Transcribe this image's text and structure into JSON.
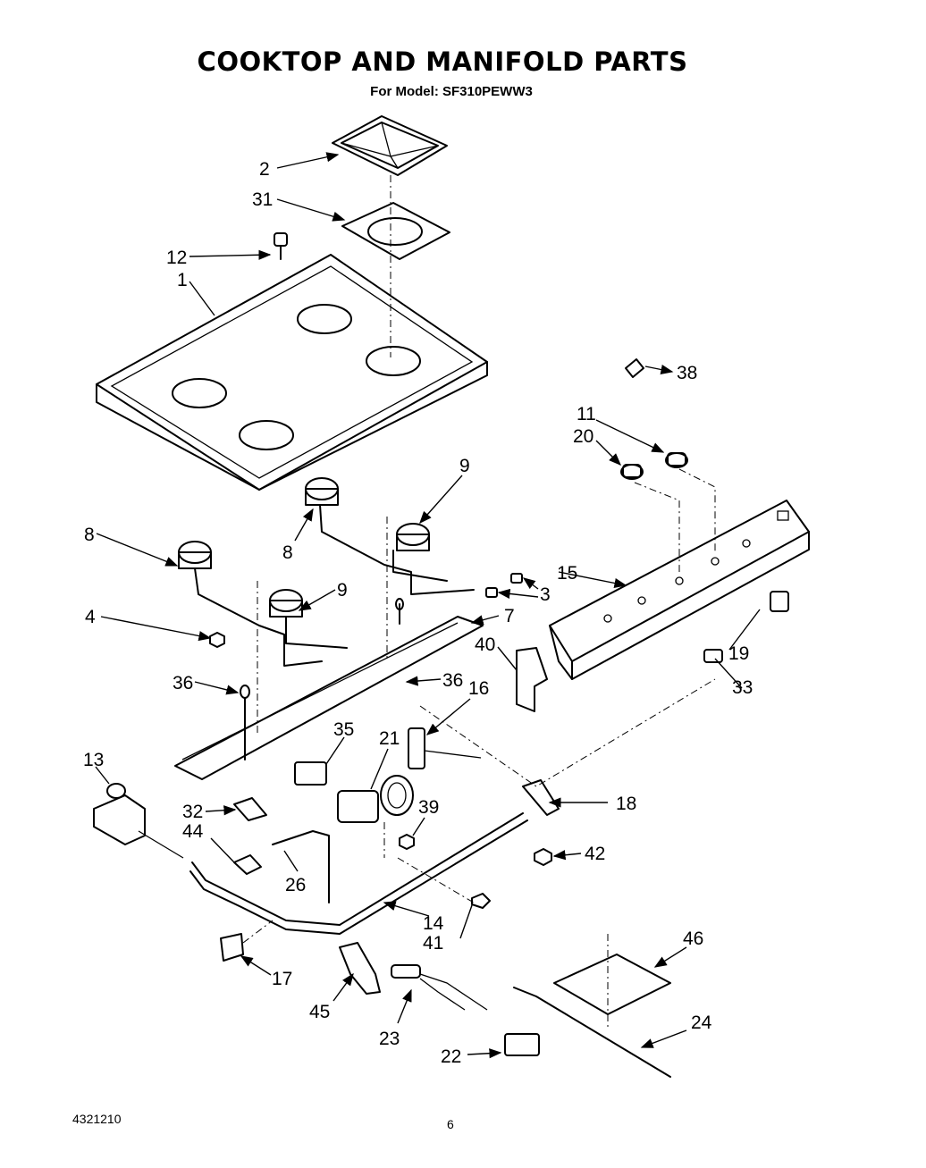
{
  "header": {
    "title": "COOKTOP AND MANIFOLD PARTS",
    "subtitle": "For Model: SF310PEWW3"
  },
  "footer": {
    "doc_number": "4321210",
    "page_number": "6"
  },
  "callouts": {
    "c1": "1",
    "c2": "2",
    "c3": "3",
    "c4": "4",
    "c7": "7",
    "c8a": "8",
    "c8b": "8",
    "c9a": "9",
    "c9b": "9",
    "c11": "11",
    "c12": "12",
    "c13": "13",
    "c14": "14",
    "c15": "15",
    "c16": "16",
    "c17": "17",
    "c18": "18",
    "c19": "19",
    "c20": "20",
    "c21": "21",
    "c22": "22",
    "c23": "23",
    "c24": "24",
    "c26": "26",
    "c31": "31",
    "c32": "32",
    "c33": "33",
    "c35": "35",
    "c36a": "36",
    "c36b": "36",
    "c38": "38",
    "c39": "39",
    "c40": "40",
    "c41": "41",
    "c42": "42",
    "c44": "44",
    "c45": "45",
    "c46": "46"
  }
}
